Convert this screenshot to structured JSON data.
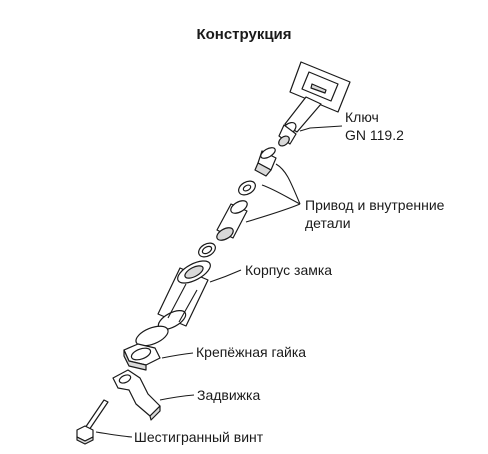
{
  "title": "Конструкция",
  "labels": {
    "key_line1": "Ключ",
    "key_line2": "GN 119.2",
    "drive_line1": "Привод и внутренние",
    "drive_line2": "детали",
    "housing": "Корпус замка",
    "nut": "Крепёжная гайка",
    "latch": "Задвижка",
    "screw": "Шестигранный винт"
  }
}
